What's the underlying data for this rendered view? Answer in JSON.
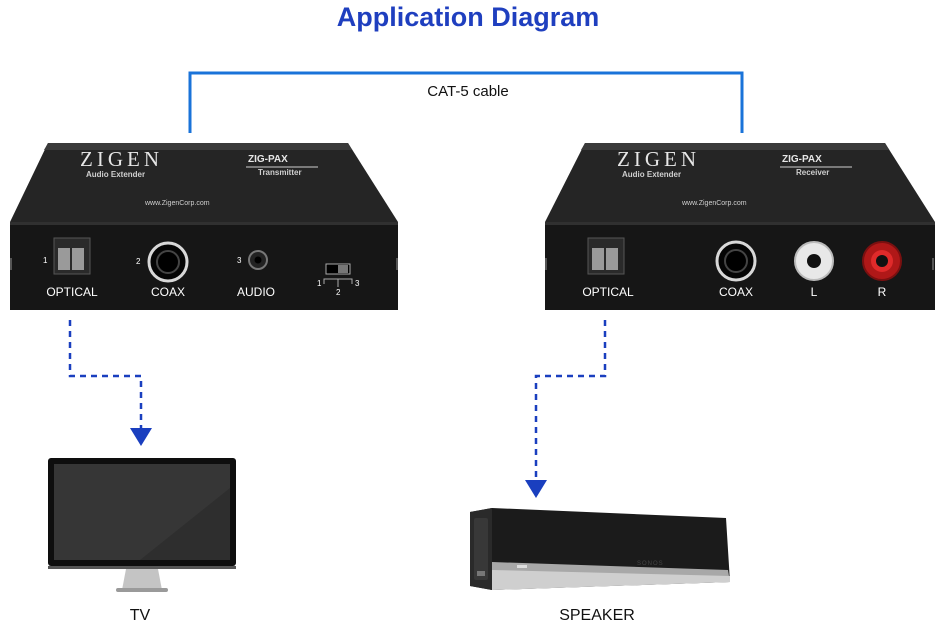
{
  "title": "Application Diagram",
  "cable_label": "CAT-5 cable",
  "transmitter": {
    "brand": "ZIGEN",
    "product_subtitle": "Audio Extender",
    "model": "ZIG-PAX",
    "role": "Transmitter",
    "url": "www.ZigenCorp.com",
    "ports": [
      "OPTICAL",
      "COAX",
      "AUDIO"
    ],
    "port_numbers": [
      "1",
      "2",
      "3"
    ],
    "switch_numbers": [
      "1",
      "2",
      "3"
    ]
  },
  "receiver": {
    "brand": "ZIGEN",
    "product_subtitle": "Audio Extender",
    "model": "ZIG-PAX",
    "role": "Receiver",
    "url": "www.ZigenCorp.com",
    "ports": [
      "OPTICAL",
      "COAX",
      "L",
      "R"
    ]
  },
  "tv_label": "TV",
  "speaker": {
    "label": "SPEAKER",
    "brand": "SONOS"
  },
  "colors": {
    "title": "#1f3fbf",
    "cable": "#1a73d9",
    "dashed": "#1a3fbf",
    "device_body": "#1c1c1c"
  }
}
